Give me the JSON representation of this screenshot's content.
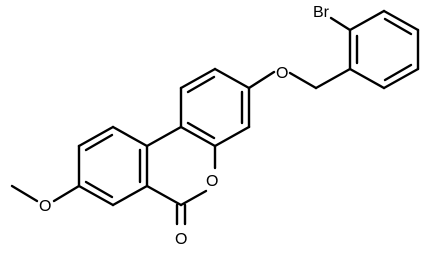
{
  "molecule": {
    "atoms": {
      "br": "Br",
      "ether_oxygen": "O",
      "ring_oxygen": "O",
      "carbonyl_oxygen": "O",
      "methoxy_oxygen": "O"
    }
  }
}
